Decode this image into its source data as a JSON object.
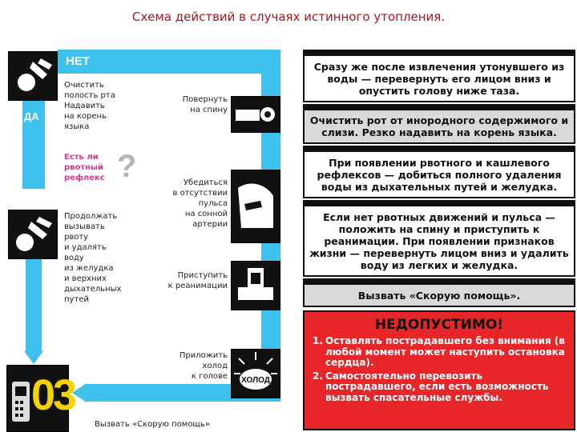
{
  "title": "Схема действий в случаях истинного утопления.",
  "flow": {
    "label_no": "НЕТ",
    "label_yes": "ДА",
    "question": [
      "Есть ли",
      "рвотный",
      "рефлекс"
    ],
    "question_mark": "?",
    "left_steps": [
      {
        "lines": [
          "Очистить",
          "полость рта",
          "Надавить",
          "на корень",
          "языка"
        ]
      },
      {
        "lines": [
          "Продолжать",
          "вызывать",
          "рвоту",
          "и удалять",
          "воду",
          "из желудка",
          "и верхних",
          "дыхательных",
          "путей"
        ]
      }
    ],
    "right_steps": [
      {
        "lines": [
          "Повернуть",
          "на спину"
        ]
      },
      {
        "lines": [
          "Убедиться",
          "в отсутствии",
          "пульса",
          "на сонной",
          "артерии"
        ]
      },
      {
        "lines": [
          "Приступить",
          "к реанимации"
        ]
      },
      {
        "lines": [
          "Приложить",
          "холод",
          "к голове"
        ]
      }
    ],
    "cold_label": "ХОЛОД",
    "ambulance_number": "03",
    "bottom_call": "Вызвать «Скорую помощь»"
  },
  "instructions": [
    "Сразу же после извлечения утонувшего из воды — перевернуть его лицом вниз и опустить голову ниже таза.",
    "Очистить рот от инородного содержимого и слизи. Резко надавить на корень языка.",
    "При появлении рвотного и кашлевого рефлексов — добиться полного удаления воды из дыхательных путей и желудка.",
    "Если нет рвотных движений и пульса — положить на спину и приступить к реанимации. При появлении признаков жизни — перевернуть лицом вниз и удалить воду из легких и желудка.",
    "Вызвать «Скорую помощь»."
  ],
  "warning": {
    "title": "НЕДОПУСТИМО!",
    "items": [
      {
        "n": "1.",
        "text": "Оставлять пострадавшего без внимания (в любой момент может наступить остановка сердца)."
      },
      {
        "n": "2.",
        "text": "Самостоятельно перевозить пострадавшего, если есть возможность вызвать спасательные службы."
      }
    ]
  },
  "colors": {
    "pipe": "#3fc1ee",
    "title": "#b0151b",
    "warning_bg": "#e8262a",
    "question": "#d23d8c",
    "ambulance_number": "#f4d400"
  }
}
